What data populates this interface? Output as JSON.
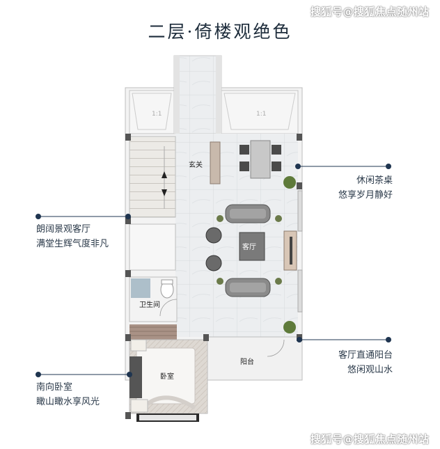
{
  "title": "二层·倚楼观绝色",
  "watermark": "搜狐号@搜狐焦点随州站",
  "rooms": {
    "foyer": "玄关",
    "living": "客厅",
    "bathroom": "卫生间",
    "balcony": "阳台",
    "bedroom": "卧室"
  },
  "callouts": {
    "tea": {
      "line1": "休闲茶桌",
      "line2": "悠享岁月静好"
    },
    "living": {
      "line1": "朗阔景观客厅",
      "line2": "满堂生辉气度非凡"
    },
    "balcony": {
      "line1": "客厅直通阳台",
      "line2": "悠闲观山水"
    },
    "bedroom": {
      "line1": "南向卧室",
      "line2": "瞰山瞰水享风光"
    }
  },
  "colors": {
    "accent": "#1f3550",
    "wall": "#9a9a9a",
    "floor": "#eceef0"
  }
}
